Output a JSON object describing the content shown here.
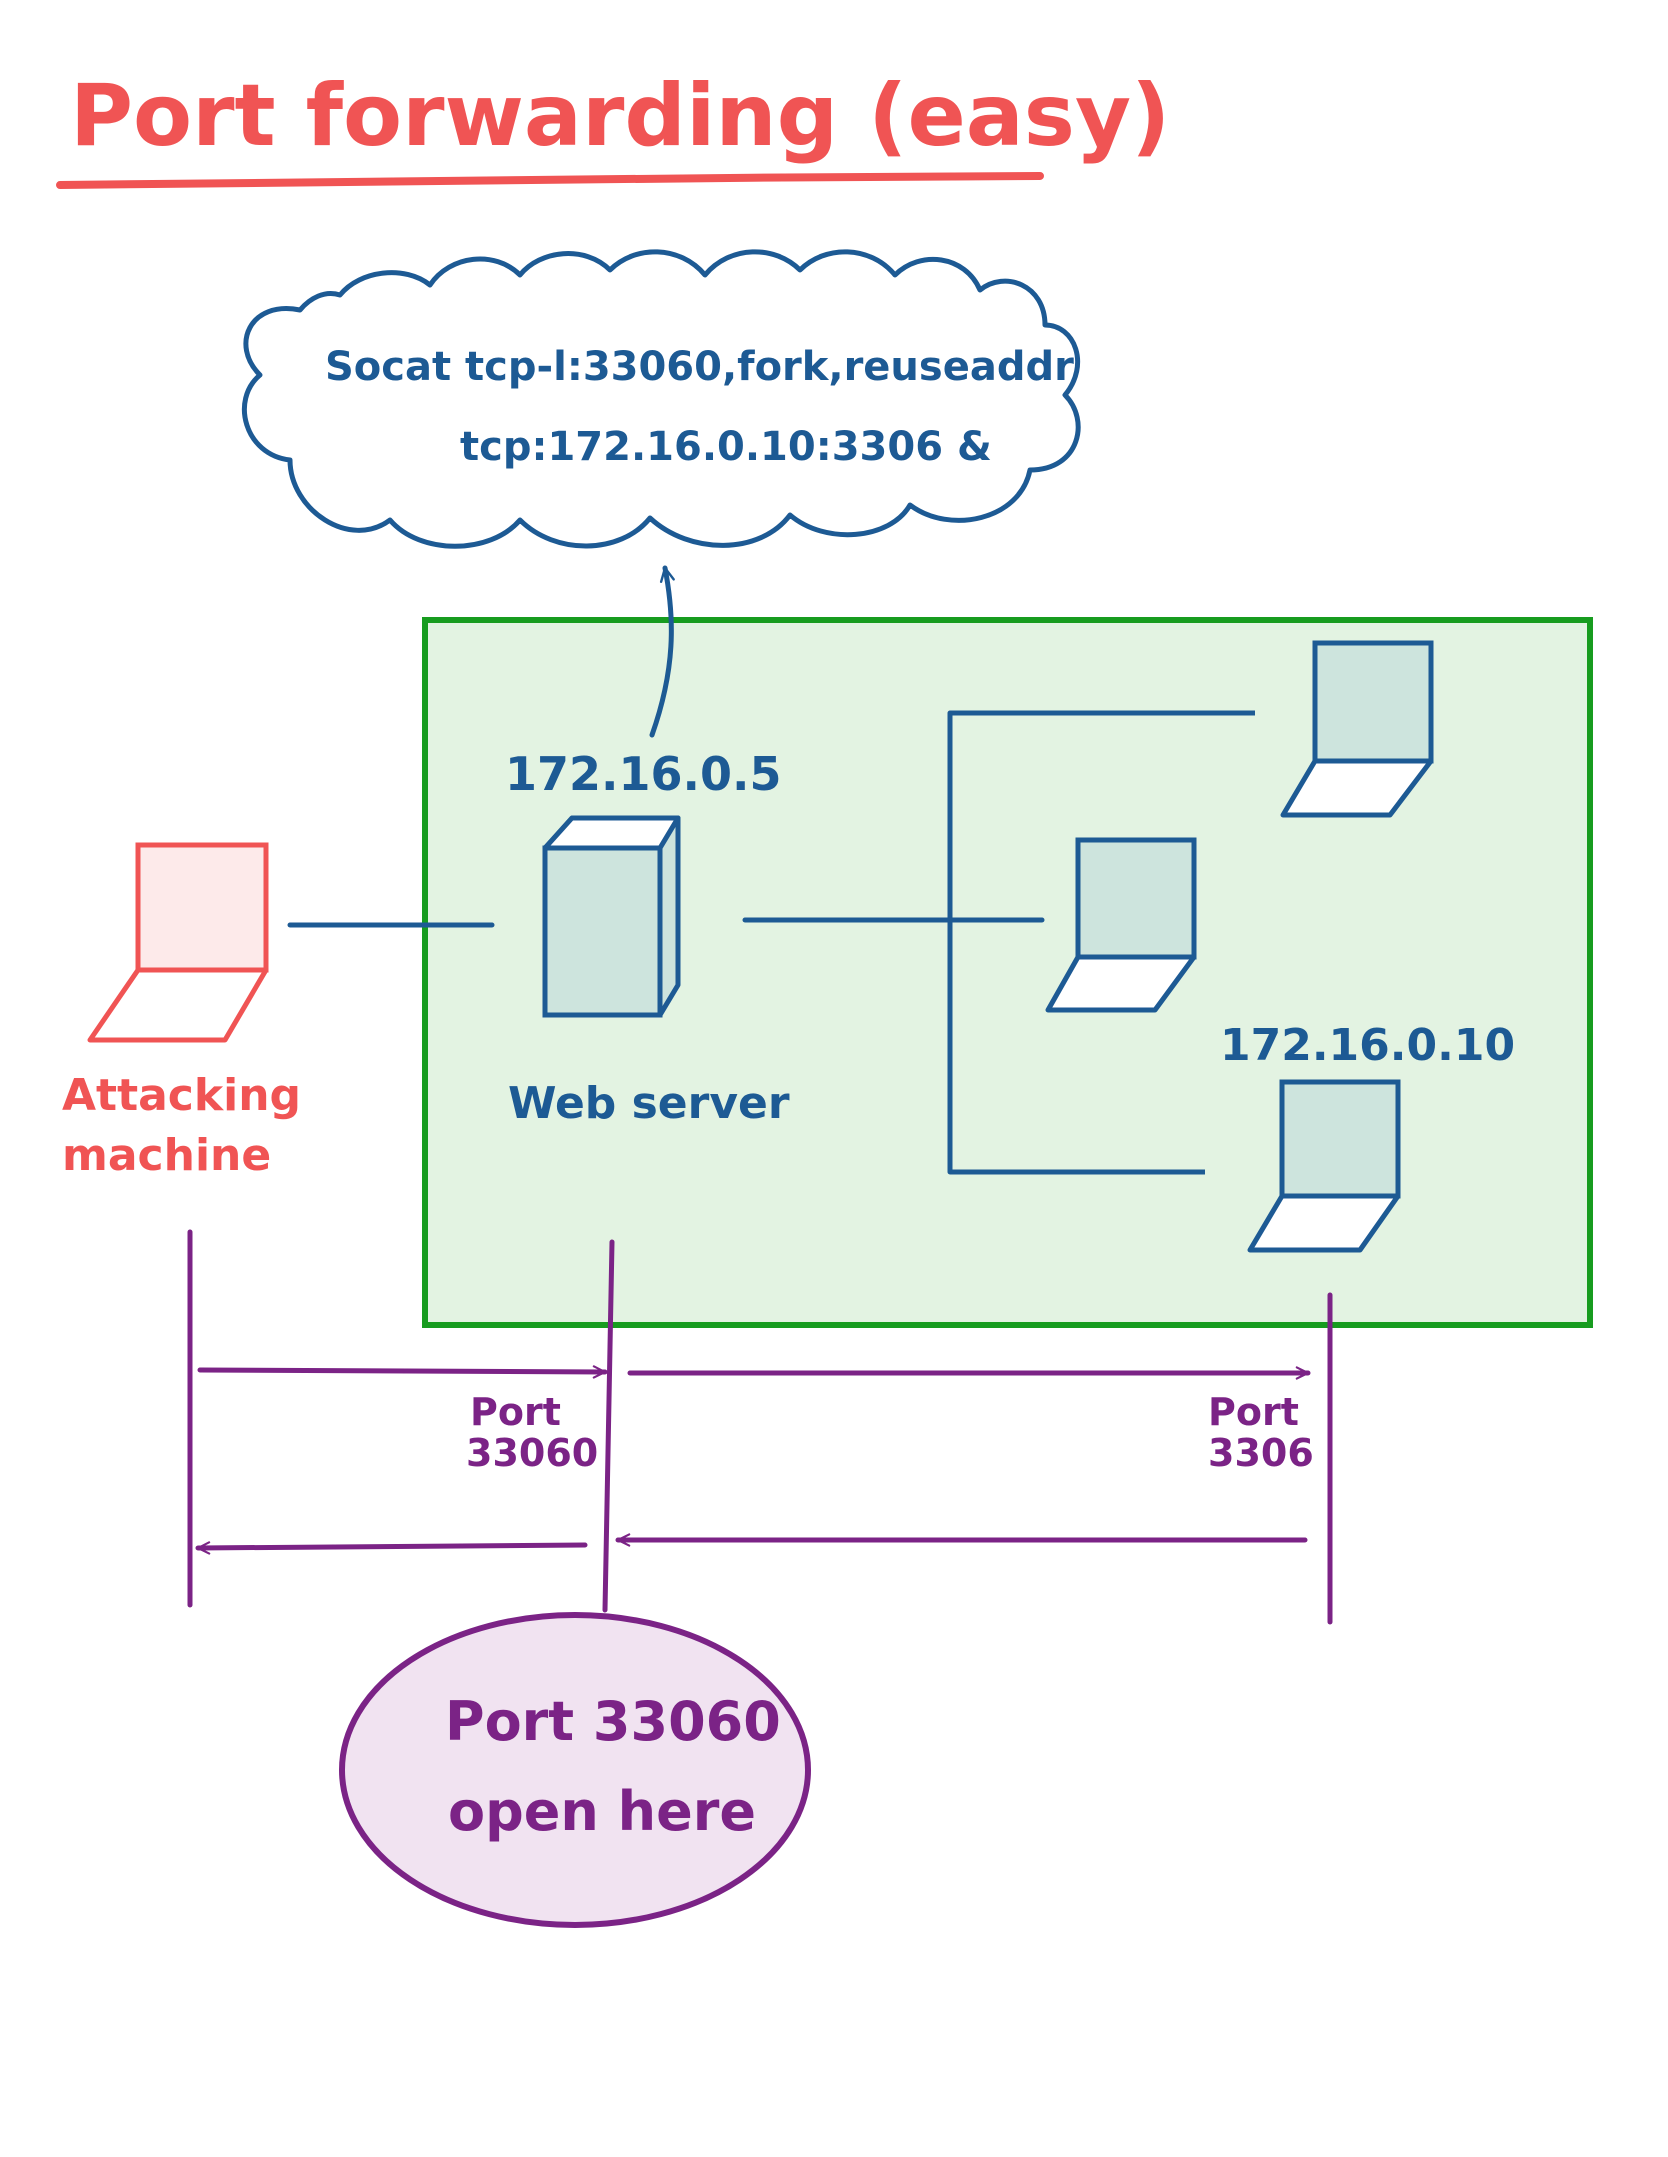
{
  "title": "Port forwarding (easy)",
  "cloud": {
    "line1": "Socat tcp-l:33060,fork,reuseaddr",
    "line2": "tcp:172.16.0.10:3306 &"
  },
  "attacker": {
    "label_line1": "Attacking",
    "label_line2": "machine"
  },
  "webserver": {
    "ip": "172.16.0.5",
    "label": "Web server"
  },
  "target": {
    "ip": "172.16.0.10"
  },
  "ports": {
    "left_line1": "Port",
    "left_line2": "33060",
    "right_line1": "Port",
    "right_line2": "3306"
  },
  "callout": {
    "line1": "Port 33060",
    "line2": "open here"
  },
  "colors": {
    "title": "#f05454",
    "blue": "#1d5a94",
    "green_border": "#179c1f",
    "green_fill": "#e3f3e2",
    "device_fill": "#cde4dd",
    "purple": "#7b2386",
    "purple_fill": "#f1e3f1",
    "red_fill": "#fdeaea"
  }
}
